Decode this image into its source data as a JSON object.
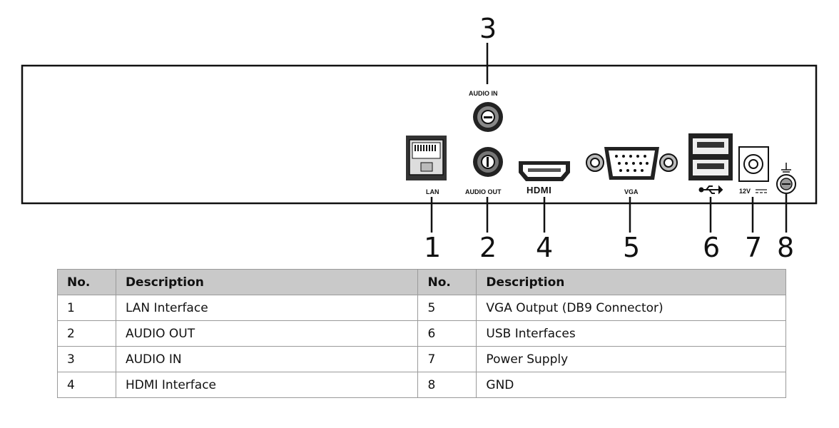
{
  "callouts": [
    "1",
    "2",
    "3",
    "4",
    "5",
    "6",
    "7",
    "8"
  ],
  "port_labels": {
    "audio_in": "AUDIO IN",
    "lan": "LAN",
    "audio_out": "AUDIO OUT",
    "hdmi": "HDMI",
    "vga": "VGA",
    "power": "12V"
  },
  "table": {
    "headers": [
      "No.",
      "Description",
      "No.",
      "Description"
    ],
    "rows": [
      [
        "1",
        "LAN Interface",
        "5",
        "VGA Output (DB9 Connector)"
      ],
      [
        "2",
        "AUDIO OUT",
        "6",
        "USB Interfaces"
      ],
      [
        "3",
        "AUDIO IN",
        "7",
        "Power Supply"
      ],
      [
        "4",
        "HDMI Interface",
        "8",
        "GND"
      ]
    ]
  }
}
